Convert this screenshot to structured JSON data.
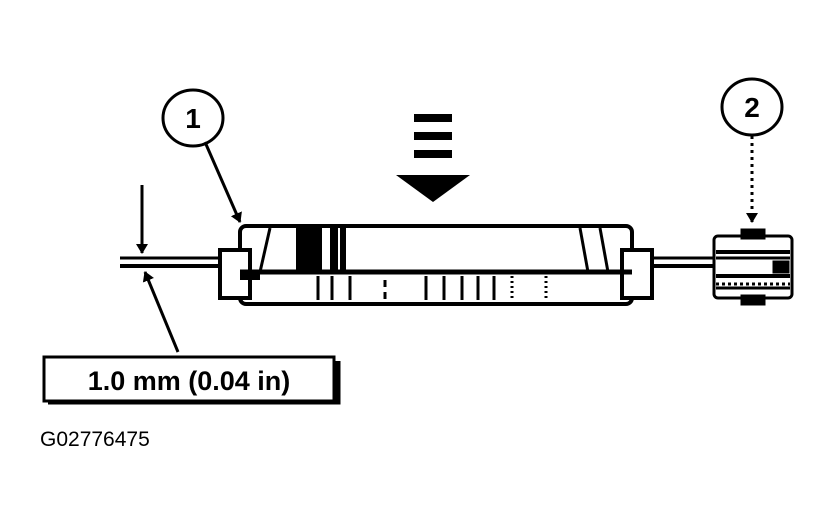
{
  "callouts": [
    {
      "number": "1"
    },
    {
      "number": "2"
    }
  ],
  "dimension_label": "1.0 mm (0.04 in)",
  "figure_id": "G02776475",
  "colors": {
    "ink": "#000000",
    "paper": "#ffffff"
  }
}
